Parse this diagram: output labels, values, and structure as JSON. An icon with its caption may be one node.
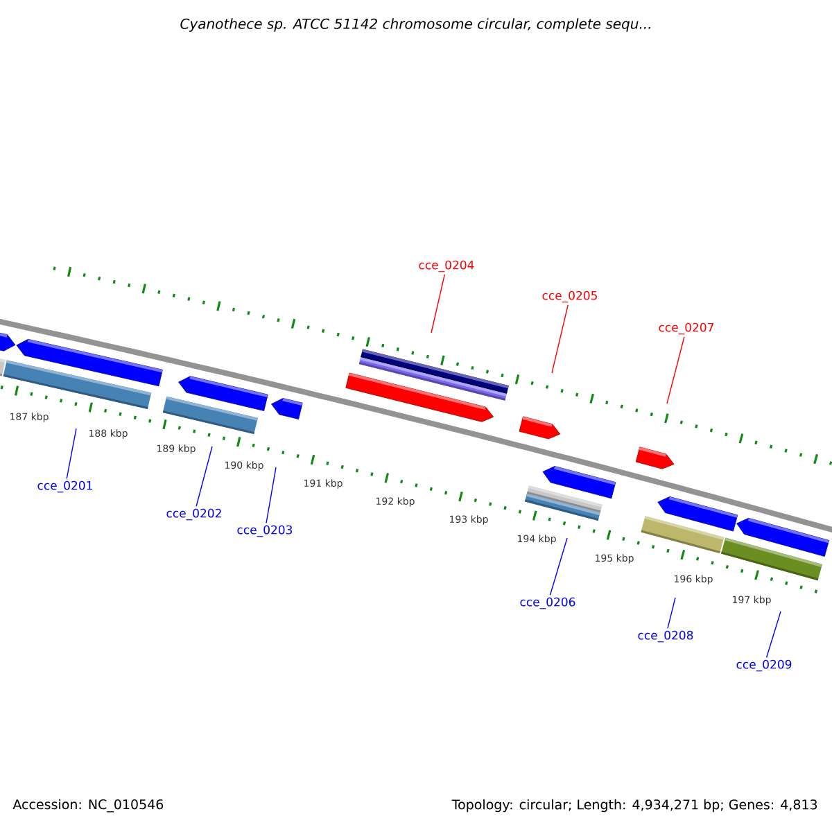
{
  "diagram": {
    "title": "Cyanothece sp. ATCC 51142 chromosome circular, complete sequ...",
    "nodes": [
      {
        "text": [
          "cce_0201"
        ]
      },
      {
        "text": [
          "cce_0202"
        ]
      },
      {
        "text": [
          "cce_0203"
        ]
      },
      {
        "text": [
          "cce_0204"
        ]
      },
      {
        "text": [
          "cce_0205"
        ]
      },
      {
        "text": [
          "cce_0207"
        ]
      },
      {
        "text": [
          "cce_0206"
        ]
      },
      {
        "text": [
          "cce_0208"
        ]
      },
      {
        "text": [
          "cce_0209"
        ]
      }
    ],
    "edges": [
      {
        "from": 0,
        "to": null,
        "arrow": "none"
      },
      {
        "from": 1,
        "to": null,
        "arrow": "none"
      },
      {
        "from": 2,
        "to": null,
        "arrow": "none"
      },
      {
        "from": 3,
        "to": null,
        "arrow": "none",
        "color": "#ff0000"
      },
      {
        "from": 4,
        "to": null,
        "arrow": "none",
        "color": "#ff0000"
      },
      {
        "from": 5,
        "to": null,
        "arrow": "none",
        "color": "#ff0000"
      },
      {
        "from": 6,
        "to": null,
        "arrow": "none"
      },
      {
        "from": 7,
        "to": null,
        "arrow": "none"
      },
      {
        "from": 8,
        "to": null,
        "arrow": "none"
      }
    ],
    "labels": [
      "187 kbp",
      "188 kbp",
      "189 kbp",
      "190 kbp",
      "191 kbp",
      "192 kbp",
      "193 kbp",
      "194 kbp",
      "195 kbp",
      "196 kbp",
      "197 kbp",
      "Accession: NC_010546",
      "Topology: circular; Length: 4,934,271 bp; Genes: 4,813"
    ]
  }
}
